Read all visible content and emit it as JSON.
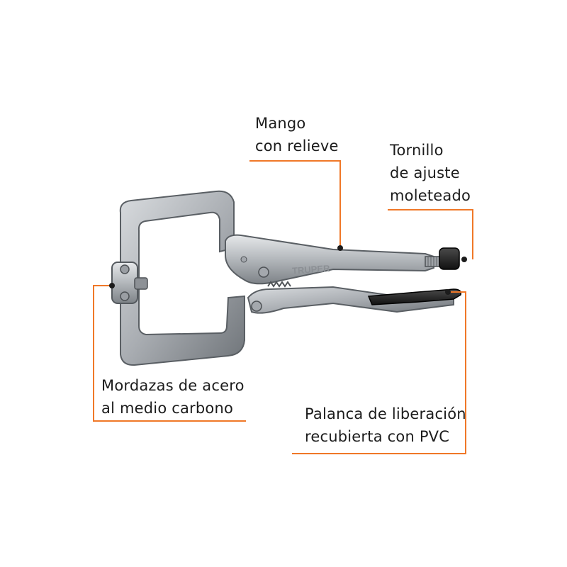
{
  "accent_color": "#f07828",
  "brand_mark": "TRUPER",
  "callouts": {
    "handle": {
      "line1": "Mango",
      "line2": "con relieve"
    },
    "screw": {
      "line1": "Tornillo",
      "line2": "de ajuste",
      "line3": "moleteado"
    },
    "jaws": {
      "line1": "Mordazas de acero",
      "line2": "al medio carbono"
    },
    "release": {
      "line1": "Palanca de liberación",
      "line2": "recubierta con PVC"
    }
  }
}
